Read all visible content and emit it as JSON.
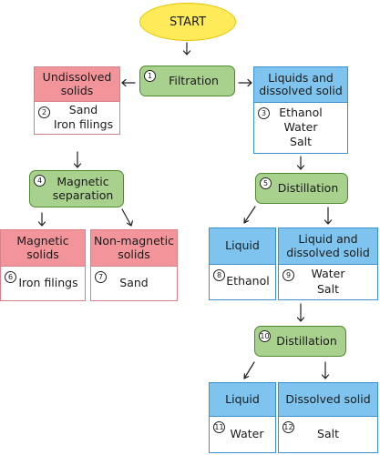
{
  "start": "START",
  "steps": {
    "s1": {
      "num": "1",
      "label": "Filtration"
    },
    "s4": {
      "num": "4",
      "label": "Magnetic\nseparation"
    },
    "s5": {
      "num": "5",
      "label": "Distillation"
    },
    "s10": {
      "num": "10",
      "label": "Distillation"
    }
  },
  "boxes": {
    "b2": {
      "num": "2",
      "title": "Undissolved\nsolids",
      "content": "Sand\nIron filings"
    },
    "b3": {
      "num": "3",
      "title": "Liquids and\ndissolved solid",
      "content": "Ethanol\nWater\nSalt"
    },
    "b6": {
      "num": "6",
      "title": "Magnetic\nsolids",
      "content": "Iron filings"
    },
    "b7": {
      "num": "7",
      "title": "Non-magnetic\nsolids",
      "content": "Sand"
    },
    "b8": {
      "num": "8",
      "title": "Liquid",
      "content": "Ethanol"
    },
    "b9": {
      "num": "9",
      "title": "Liquid and\ndissolved solid",
      "content": "Water\nSalt"
    },
    "b11": {
      "num": "11",
      "title": "Liquid",
      "content": "Water"
    },
    "b12": {
      "num": "12",
      "title": "Dissolved solid",
      "content": "Salt"
    }
  },
  "colors": {
    "start_fill": "#ffeb5a",
    "process_fill": "#a9d18e",
    "red_header": "#f3949b",
    "blue_header": "#7ec4ee"
  }
}
